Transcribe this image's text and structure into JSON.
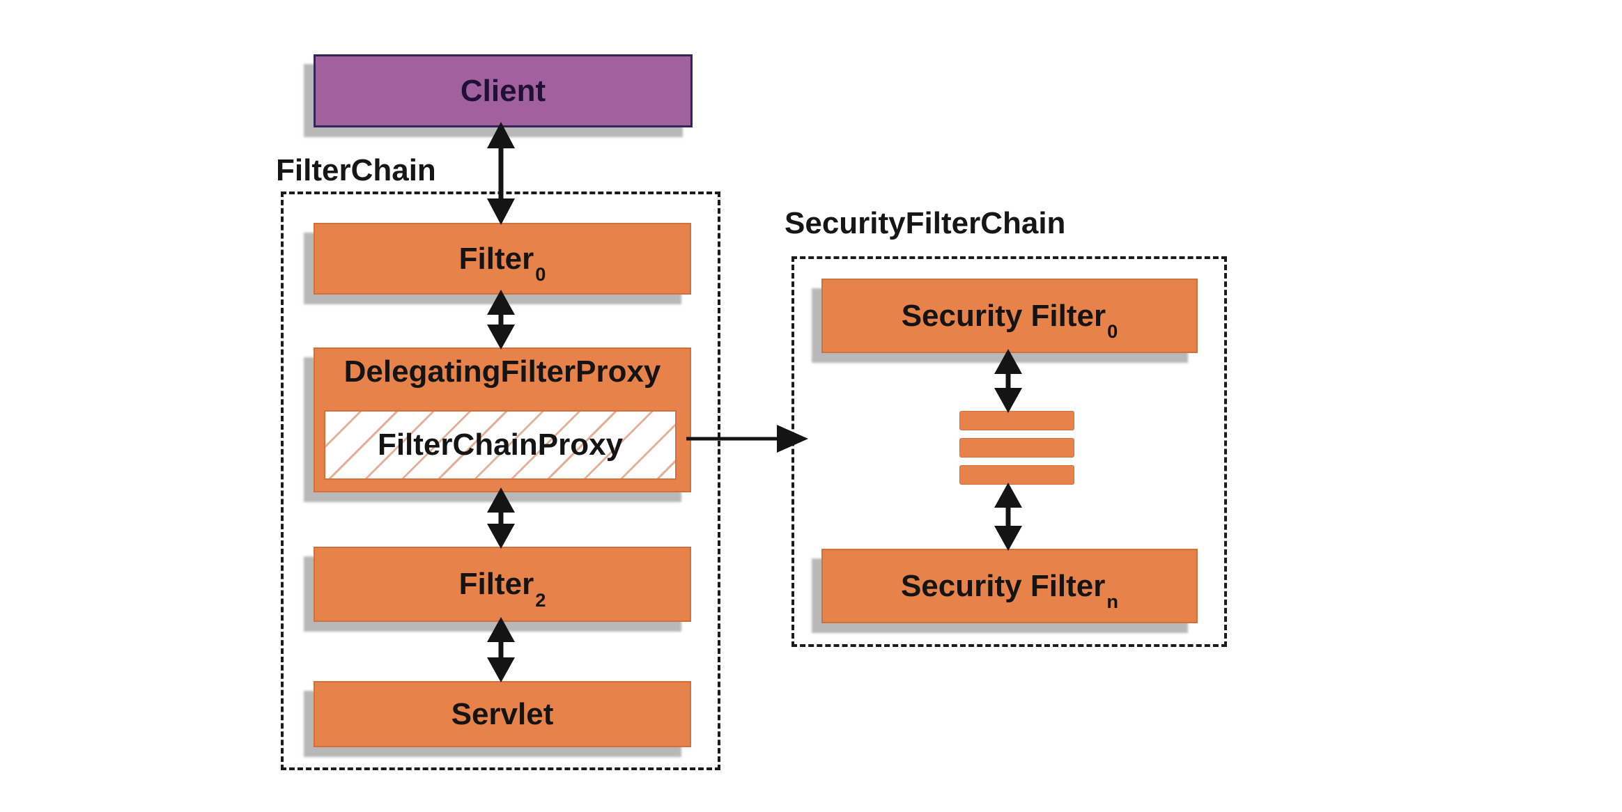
{
  "colors": {
    "purple_fill": "#a0619d",
    "purple_border": "#342457",
    "client_text": "#201038",
    "orange_fill": "#e6824a",
    "orange_border": "#d0703a",
    "hatch_line": "#e3b097",
    "dashed_border": "#1b1b1b",
    "arrow": "#141414",
    "shadow": "#8a8a8a",
    "background": "#ffffff"
  },
  "left_group": {
    "title": "FilterChain",
    "client": {
      "label": "Client"
    },
    "filter0": {
      "label_base": "Filter",
      "label_sub": "0"
    },
    "delegating_filter_proxy": {
      "label": "DelegatingFilterProxy"
    },
    "filter_chain_proxy": {
      "label": "FilterChainProxy"
    },
    "filter2": {
      "label_base": "Filter",
      "label_sub": "2"
    },
    "servlet": {
      "label": "Servlet"
    }
  },
  "right_group": {
    "title": "SecurityFilterChain",
    "security_filter0": {
      "label_base": "Security Filter",
      "label_sub": "0"
    },
    "ellipsis_bars": {
      "count": 3
    },
    "security_filtern": {
      "label_base": "Security Filter",
      "label_sub": "n"
    }
  }
}
